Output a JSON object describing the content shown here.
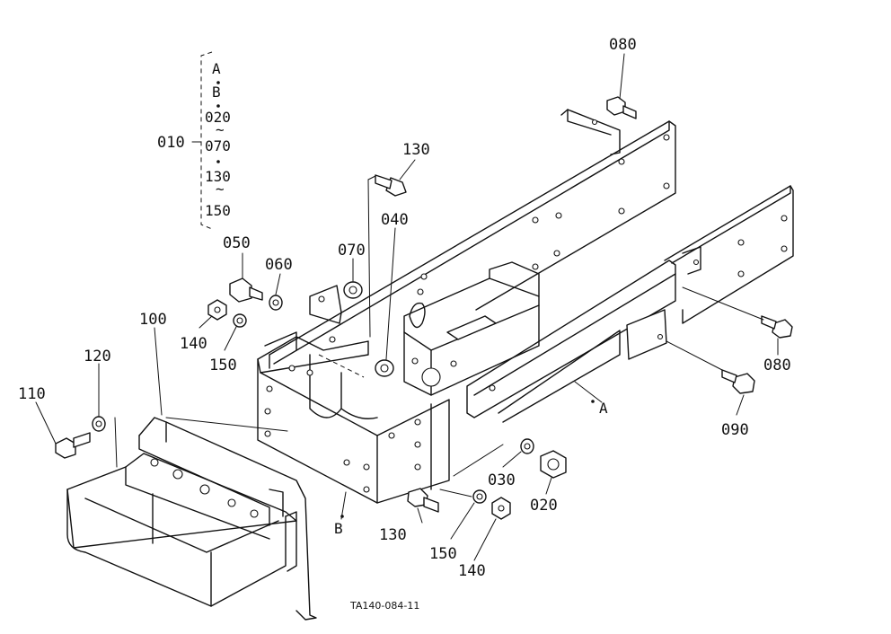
{
  "callouts": {
    "p010": "010",
    "p020": "020",
    "p030": "030",
    "p040": "040",
    "p050": "050",
    "p060": "060",
    "p070": "070",
    "p080_top": "080",
    "p080_right": "080",
    "p090": "090",
    "p100": "100",
    "p110": "110",
    "p120": "120",
    "p130_top": "130",
    "p130_bottom": "130",
    "p140_left": "140",
    "p140_bottom": "140",
    "p150_left": "150",
    "p150_bottom": "150"
  },
  "group_bracket": {
    "items": [
      "A",
      "B",
      "020",
      "070",
      "130",
      "150"
    ]
  },
  "view_refs": {
    "a": "A",
    "b": "B"
  },
  "drawing_number": "TA140-084-11"
}
